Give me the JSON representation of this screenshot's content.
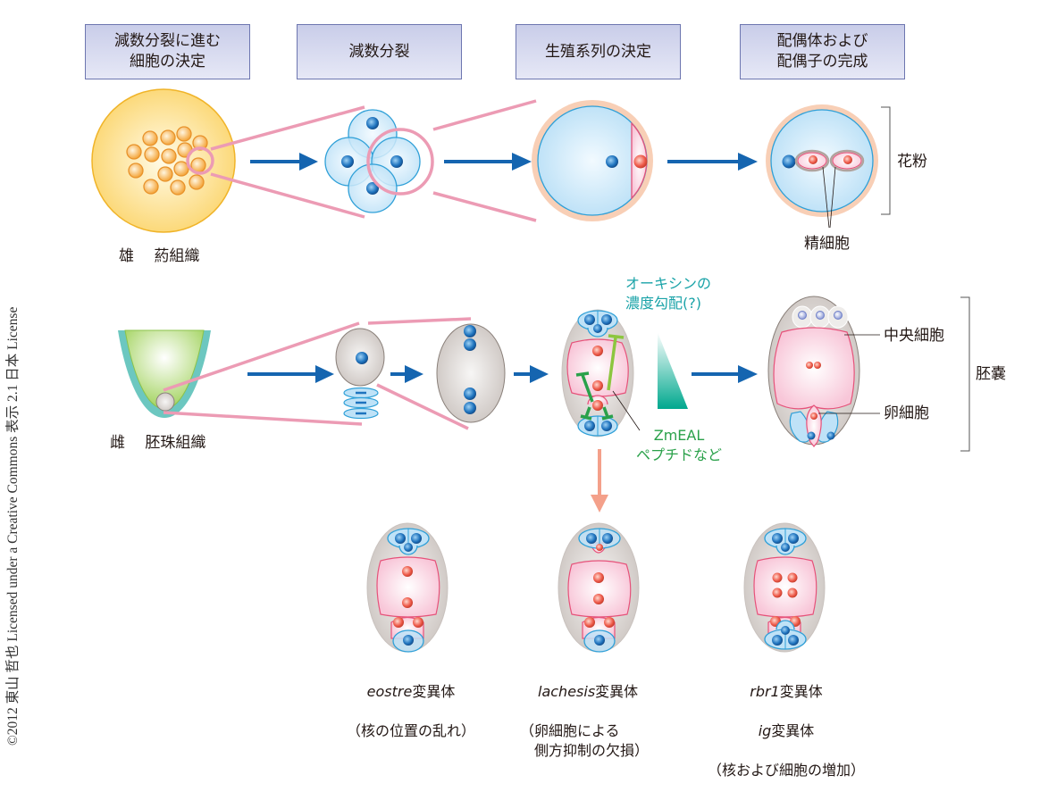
{
  "stages": [
    {
      "label": "減数分裂に進む\n細胞の決定"
    },
    {
      "label": "減数分裂"
    },
    {
      "label": "生殖系列の決定"
    },
    {
      "label": "配偶体および\n配偶子の完成"
    }
  ],
  "male_row": {
    "tissue_label": "雄　 葯組織",
    "bracket_label": "花粉",
    "sperm_label": "精細胞"
  },
  "female_row": {
    "tissue_label": "雌　 胚珠組織",
    "auxin_label": "オーキシンの\n濃度勾配(?)",
    "peptide_label": "ZmEAL\nペプチドなど",
    "central_cell_label": "中央細胞",
    "egg_cell_label": "卵細胞",
    "bracket_label": "胚嚢"
  },
  "mutants": [
    {
      "gene": "eostre",
      "suffix": "変異体",
      "desc": "（核の位置の乱れ）"
    },
    {
      "gene": "lachesis",
      "suffix": "変異体",
      "desc": "（卵細胞による\n　側方抑制の欠損）"
    },
    {
      "gene": "rbr1",
      "suffix": "変異体",
      "gene2": "ig",
      "suffix2": "変異体",
      "desc": "（核および細胞の増加）"
    }
  ],
  "license": "©2012 東山 哲也 Licensed under a Creative Commons 表示 2.1 日本 License",
  "colors": {
    "arrow_blue": "#1565b0",
    "zoom_pink": "#ec9bb4",
    "nucleus_blue": "#1e73be",
    "nucleus_red": "#ee5a4a",
    "mutant_arrow": "#f4a08a",
    "auxin_teal": "#1aa3a8",
    "peptide_green": "#2aa14a"
  }
}
